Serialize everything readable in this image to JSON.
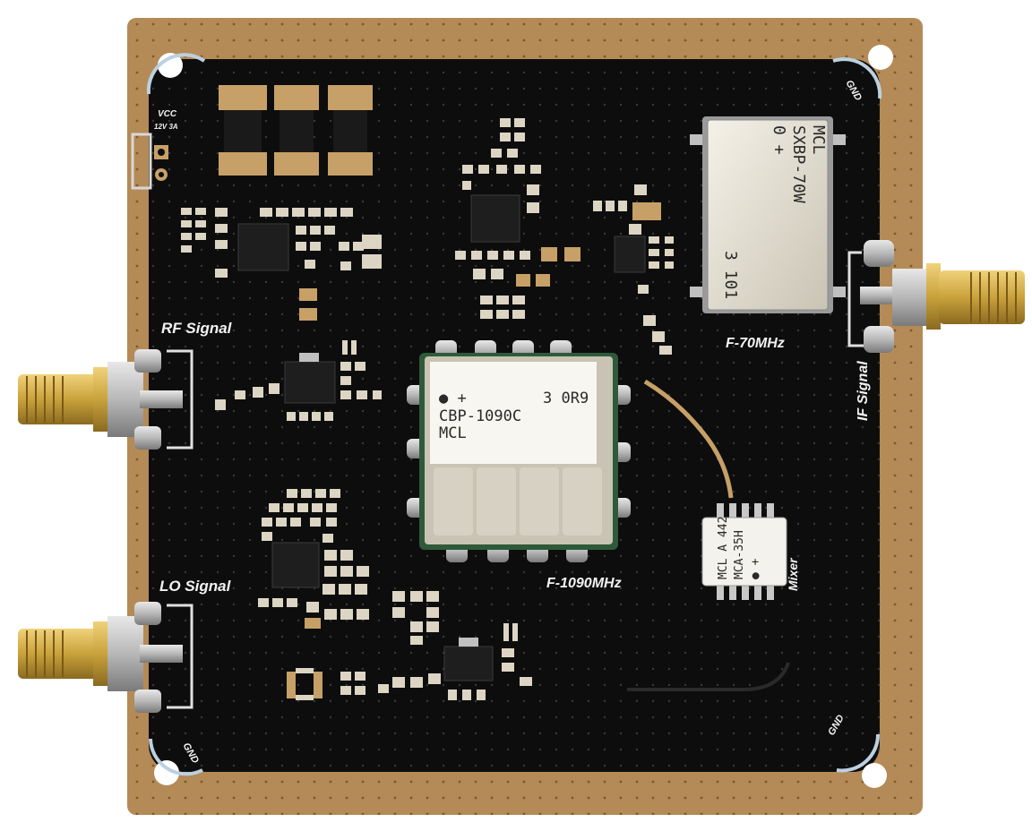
{
  "labels": {
    "vcc": "VCC",
    "vcc_rating": "12V 3A",
    "rf_signal": "RF Signal",
    "lo_signal": "LO Signal",
    "if_signal": "IF Signal",
    "filter_70": "F-70MHz",
    "filter_1090": "F-1090MHz",
    "mixer": "Mixer",
    "gnd": "GND"
  },
  "filter_1090_chip": {
    "line1_left": "● +",
    "line1_right": "3 0R9",
    "line2": "CBP-1090C",
    "line3": "MCL"
  },
  "filter_70_chip": {
    "line1": "MCL",
    "line2": "SXBP-70W",
    "line3": "0 +",
    "line4": "3 101"
  },
  "mixer_chip": {
    "line1": "MCL A 442",
    "line2": "MCA-35H",
    "line3": "● +"
  },
  "colors": {
    "board": "#0d0d0d",
    "copper_edge": "#b48a56",
    "pads": "#c7a067",
    "sma_gold": "#c9a23c",
    "silkscreen": "#f2f2f2"
  }
}
